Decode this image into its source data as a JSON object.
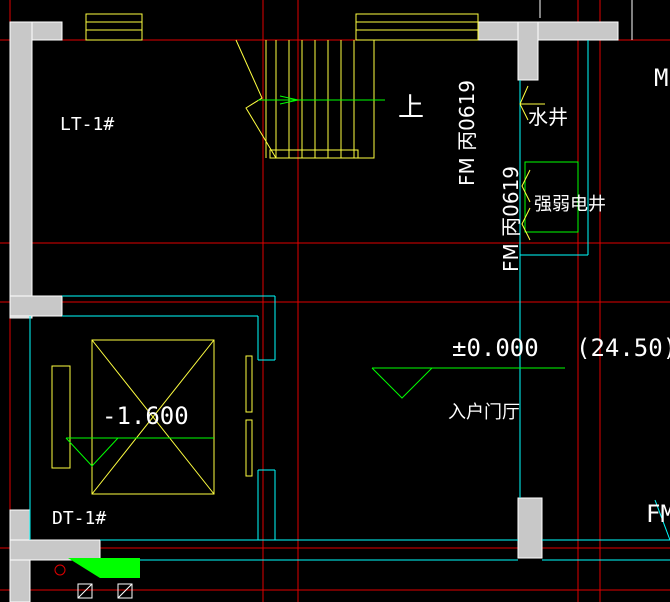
{
  "colors": {
    "background": "#000000",
    "wall": "#c8c8c8",
    "grid_red": "#e00000",
    "stair_yellow": "#ffff40",
    "text_white": "#ffffff",
    "cyan": "#00ffff",
    "green": "#00ff00"
  },
  "labels": {
    "stair_tag": "LT-1#",
    "stair_up": "上",
    "fire_door_1": "FM 丙0619",
    "fire_door_2": "FM 丙0619",
    "water_shaft": "水井",
    "elec_shaft": "强弱电井",
    "elevation": "±0.000",
    "elevation_abs": "(24.50)",
    "lobby": "入户门厅",
    "pit_level": "-1.600",
    "elevator_tag": "DT-1#",
    "edge_top_right": "M",
    "edge_bottom_right": "FM"
  }
}
